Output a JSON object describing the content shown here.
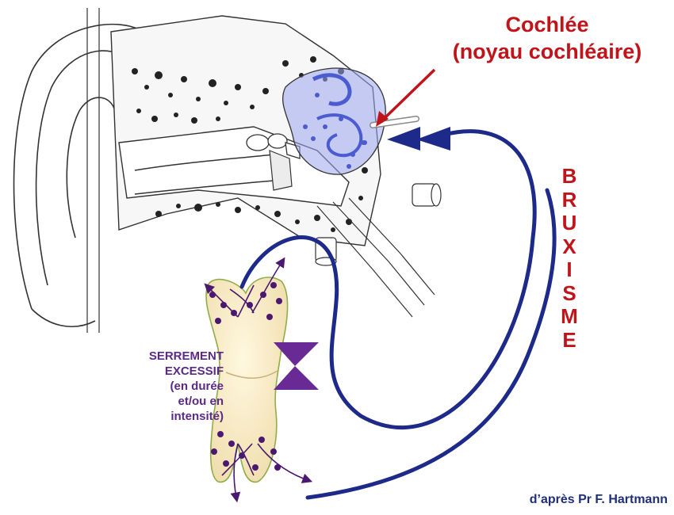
{
  "title": {
    "line1": "Cochlée",
    "line2": "(noyau cochléaire)"
  },
  "vertical_label": [
    "B",
    "R",
    "U",
    "X",
    "I",
    "S",
    "M",
    "E"
  ],
  "side_label": {
    "line1": "SERREMENT",
    "line2": "EXCESSIF",
    "line3": "(en durée",
    "line4": "et/ou en",
    "line5": "intensité)"
  },
  "credit": "d’après Pr F. Hartmann",
  "colors": {
    "title": "#c0141b",
    "bruxisme": "#c0141b",
    "side_label": "#5b2a86",
    "credit": "#1f2f7a",
    "nerve_path": "#1e2a8a",
    "nerve_fibers": "#4a1870",
    "cochlea_tint": "#9aa6ee",
    "tooth": "#fbf1cf",
    "bone_dots": "#222222",
    "outline": "#333333"
  },
  "icons": {
    "pointer": "red-arrow-icon",
    "stimulus": "double-arrow-icon",
    "pressure": "hourglass-arrows-icon"
  }
}
